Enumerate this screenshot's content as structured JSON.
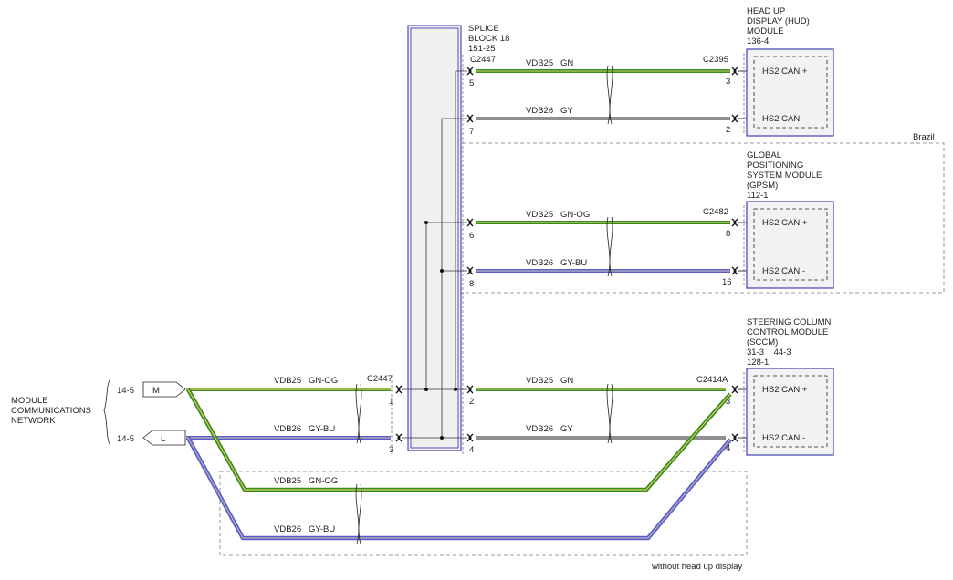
{
  "splice": {
    "name_lines": [
      "SPLICE",
      "BLOCK 18",
      "151-25"
    ],
    "connector": "C2447",
    "pins": {
      "p5": "5",
      "p7": "7",
      "p6": "6",
      "p8": "8",
      "p2": "2",
      "p4": "4"
    }
  },
  "hud": {
    "name_lines": [
      "HEAD UP",
      "DISPLAY (HUD)",
      "MODULE",
      "136-4"
    ],
    "connector": "C2395",
    "pin_plus": "3",
    "pin_minus": "2",
    "can_plus": "HS2 CAN +",
    "can_minus": "HS2 CAN -"
  },
  "gpsm": {
    "name_lines": [
      "GLOBAL",
      "POSITIONING",
      "SYSTEM MODULE",
      "(GPSM)",
      "112-1"
    ],
    "connector": "C2482",
    "pin_plus": "8",
    "pin_minus": "16",
    "can_plus": "HS2 CAN +",
    "can_minus": "HS2 CAN -"
  },
  "sccm": {
    "name_lines": [
      "STEERING COLUMN",
      "CONTROL MODULE",
      "(SCCM)",
      "31-3    44-3",
      "128-1"
    ],
    "connector": "C2414A",
    "pin_plus": "3",
    "pin_minus": "4",
    "can_plus": "HS2 CAN +",
    "can_minus": "HS2 CAN -"
  },
  "network": {
    "name_lines": [
      "MODULE",
      "COMMUNICATIONS",
      "NETWORK"
    ],
    "ref_m": "14-5",
    "ref_l": "14-5",
    "tag_m": "M",
    "tag_l": "L",
    "connector": "C2447",
    "pin_plus": "1",
    "pin_minus": "3"
  },
  "wires": {
    "hud_plus": "VDB25   GN",
    "hud_minus": "VDB26   GY",
    "gpsm_plus": "VDB25   GN-OG",
    "gpsm_minus": "VDB26   GY-BU",
    "net_plus": "VDB25   GN-OG",
    "net_minus": "VDB26   GY-BU",
    "sccm_plus": "VDB25   GN",
    "sccm_minus": "VDB26   GY",
    "bypass_plus": "VDB25   GN-OG",
    "bypass_minus": "VDB26   GY-BU"
  },
  "options": {
    "brazil": "Brazil",
    "without_hud": "without head up display"
  },
  "colors": {
    "green": "#3a8a22",
    "green_stripe": "#c8d86a",
    "gray": "#8f8f8f",
    "blue": "#5a5ac8",
    "module_border": "#4040b0"
  }
}
